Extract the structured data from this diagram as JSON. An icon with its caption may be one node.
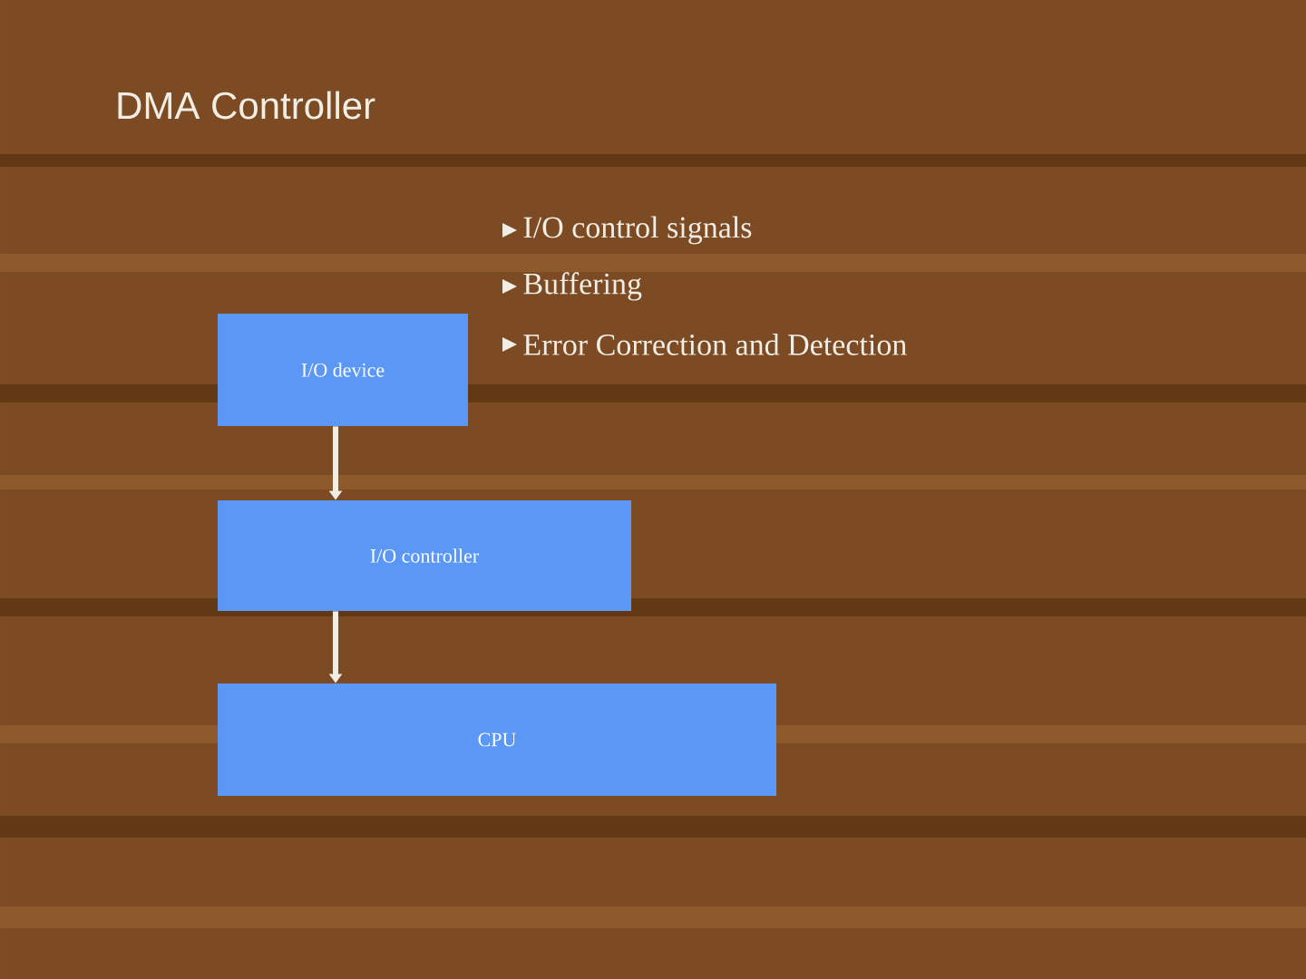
{
  "diagram": {
    "title": "DMA Controller",
    "nodes": [
      {
        "text": [
          "I/O device"
        ]
      },
      {
        "text": [
          "I/O controller"
        ]
      },
      {
        "text": [
          "CPU"
        ]
      }
    ],
    "edges": [
      {
        "from": 0,
        "to": 1,
        "arrow": "to"
      },
      {
        "from": 1,
        "to": 2,
        "arrow": "to"
      }
    ],
    "labels": [
      "I/O control signals",
      "Buffering",
      "Error Correction and Detection"
    ]
  }
}
